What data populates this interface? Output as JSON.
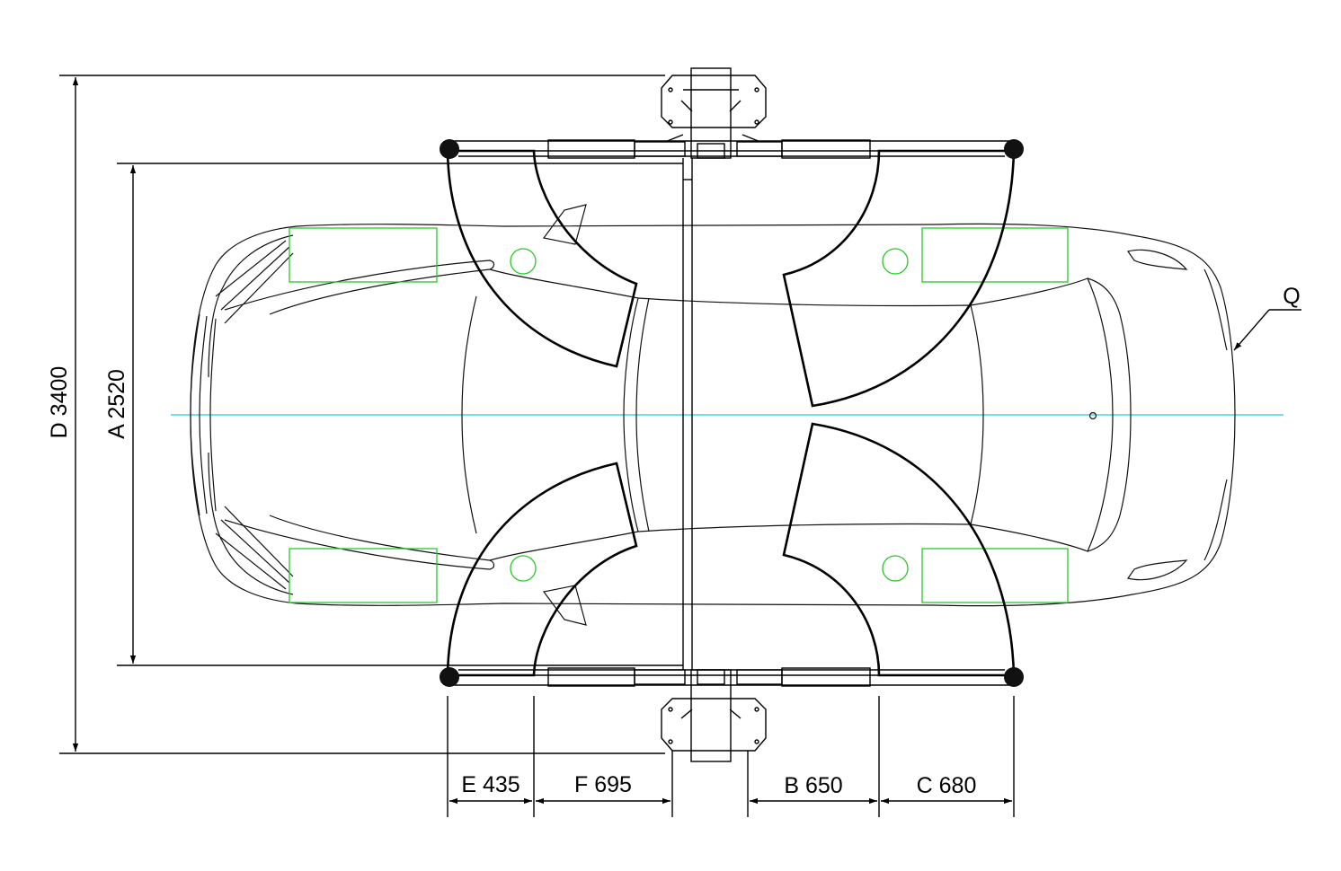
{
  "dimensions": {
    "d": "D 3400",
    "a": "A 2520",
    "e": "E 435",
    "f": "F 695",
    "b": "B 650",
    "c": "C 680"
  },
  "callouts": {
    "q": "Q"
  },
  "colors": {
    "line": "#000000",
    "centerline": "#22ccdd",
    "pads": "#22cc22",
    "background": "#ffffff"
  }
}
